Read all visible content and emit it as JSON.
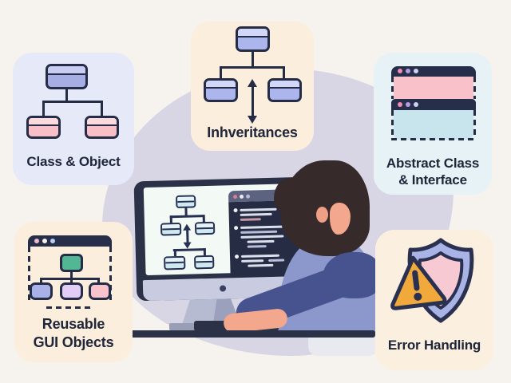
{
  "cards": {
    "class_object": {
      "label": "Class & Object",
      "bg": "#e6e9f7"
    },
    "inheritances": {
      "label": "Inhveritances",
      "bg": "#fbeedd"
    },
    "abstract_interface": {
      "line1": "Abstract Class",
      "line2": "& Interface",
      "bg": "#e7f2f6"
    },
    "reusable_gui": {
      "line1": "Reusable",
      "line2": "GUI Objects",
      "bg": "#fbeedd"
    },
    "error_handling": {
      "label": "Error Handling",
      "bg": "#fbf0e0"
    }
  },
  "icons": {
    "class_object": "class-hierarchy-icon",
    "inheritances": "inheritance-arrow-tree-icon",
    "abstract_interface": "stacked-dashed-windows-icon",
    "reusable_gui": "gui-window-tree-icon",
    "error_handling": "shield-warning-icon"
  },
  "palette": {
    "background": "#f6f3ee",
    "blob": "#d8d5e4",
    "outline": "#252c45",
    "navy": "#2b3147",
    "box_blue": "#a6aee3",
    "box_pink": "#f8c0c6",
    "box_green": "#53b795",
    "box_lavender": "#e2cdf6",
    "window_pink": "#f9c2ca",
    "window_cyan": "#c8e4ec",
    "warning_orange": "#f2a93b",
    "shield_periwinkle": "#a9b3e6",
    "shield_pink": "#f7c9d3",
    "skin": "#f3a78d",
    "hair": "#362a2b",
    "shirt": "#8c98cc",
    "sleeve": "#46538e",
    "label_text": "#20263a"
  }
}
